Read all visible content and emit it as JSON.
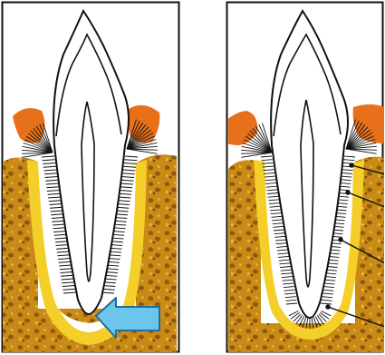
{
  "figure": {
    "panels": [
      {
        "name": "left-tooth-panel",
        "icon": "tooth-with-widened-apical-space"
      },
      {
        "name": "right-tooth-panel",
        "icon": "tooth-with-periodontal-ligament"
      }
    ],
    "pointer": {
      "icon": "arrow-left-icon"
    },
    "colors": {
      "frame": "#111111",
      "gum": "#e8701a",
      "bone_base": "#c98a16",
      "bone_dark": "#8a5a10",
      "bone_light": "#e9b23c",
      "cortical": "#f4cf2a",
      "arrow_fill": "#6cc6ec",
      "arrow_stroke": "#1f6f99",
      "tooth_outline": "#111111",
      "tooth_fill": "#ffffff"
    }
  }
}
